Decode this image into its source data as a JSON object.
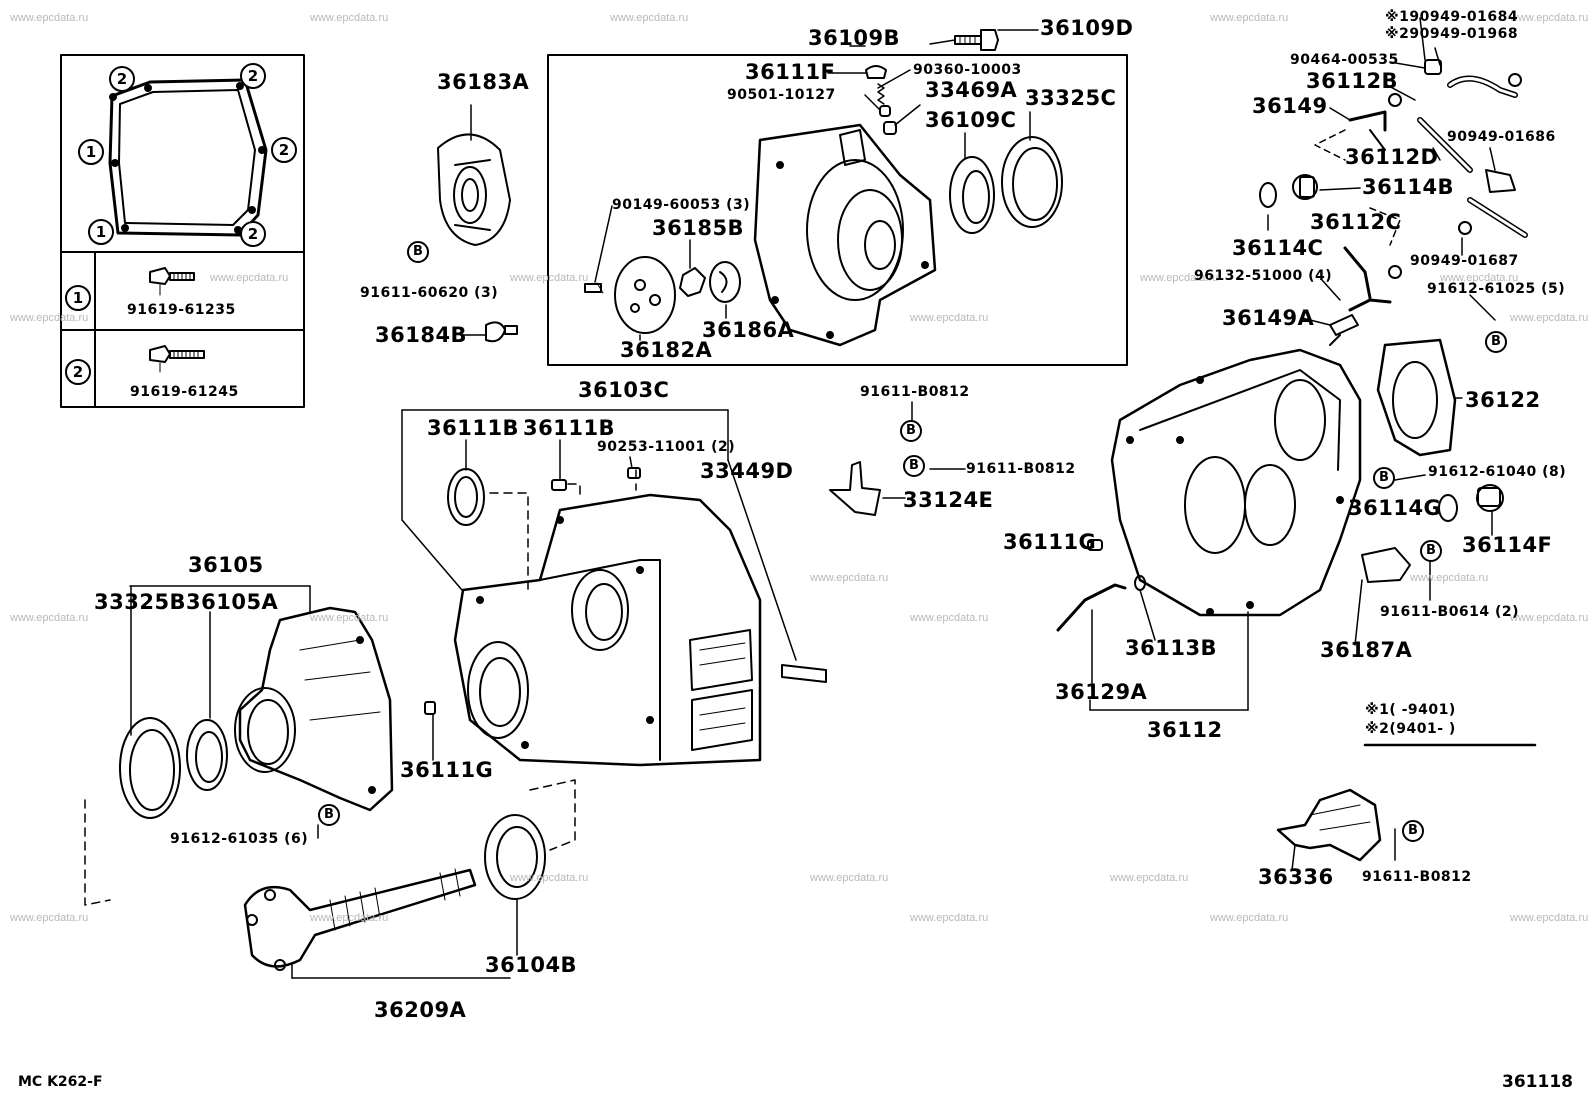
{
  "watermark": "www.epcdata.ru",
  "gasket_box": {
    "marker_1": "1",
    "marker_2": "2",
    "bolt_1_part": "91619-61235",
    "bolt_2_part": "91619-61245"
  },
  "bolt_symbol": "B",
  "parts": {
    "p36183A": "36183A",
    "p91611_60620": "91611-60620 (3)",
    "p36184B": "36184B",
    "p36109B": "36109B",
    "p36109D": "36109D",
    "p36111F": "36111F",
    "p90360_10003": "90360-10003",
    "p90501_10127": "90501-10127",
    "p33469A": "33469A",
    "p33325C": "33325C",
    "p36109C": "36109C",
    "p90149_60053": "90149-60053 (3)",
    "p36185B": "36185B",
    "p36182A": "36182A",
    "p36186A": "36186A",
    "p36103C": "36103C",
    "p36111B_1": "36111B",
    "p36111B_2": "36111B",
    "p90253_11001": "90253-11001 (2)",
    "p33449D": "33449D",
    "p91611_B0812_a": "91611-B0812",
    "p91611_B0812_b": "91611-B0812",
    "p33124E": "33124E",
    "p36105": "36105",
    "p33325B": "33325B",
    "p36105A": "36105A",
    "p36111G_left": "36111G",
    "p91612_61035": "91612-61035 (6)",
    "p36104B": "36104B",
    "p36209A": "36209A",
    "p90949_01684": "90949-01684",
    "p90949_01968": "90949-01968",
    "p90464_00535": "90464-00535",
    "p36112B": "36112B",
    "p36149": "36149",
    "p90949_01686": "90949-01686",
    "p36112D": "36112D",
    "p36114B": "36114B",
    "p36112C": "36112C",
    "p36114C": "36114C",
    "p90949_01687": "90949-01687",
    "p96132_51000": "96132-51000 (4)",
    "p91612_61025": "91612-61025 (5)",
    "p36149A": "36149A",
    "p36122": "36122",
    "p91612_61040": "91612-61040 (8)",
    "p36114G": "36114G",
    "p36114F": "36114F",
    "p36111G_right": "36111G",
    "p91611_B0614": "91611-B0614 (2)",
    "p36187A": "36187A",
    "p36113B": "36113B",
    "p36129A": "36129A",
    "p36112": "36112",
    "p36336": "36336",
    "p91611_B0812_c": "91611-B0812"
  },
  "notes": {
    "n1_prefix": "※1",
    "n2_prefix": "※2",
    "legend_1": "※1(      -9401)",
    "legend_2": "※2(9401-      )"
  },
  "footer": {
    "left": "MC  K262-F",
    "right": "361118"
  }
}
